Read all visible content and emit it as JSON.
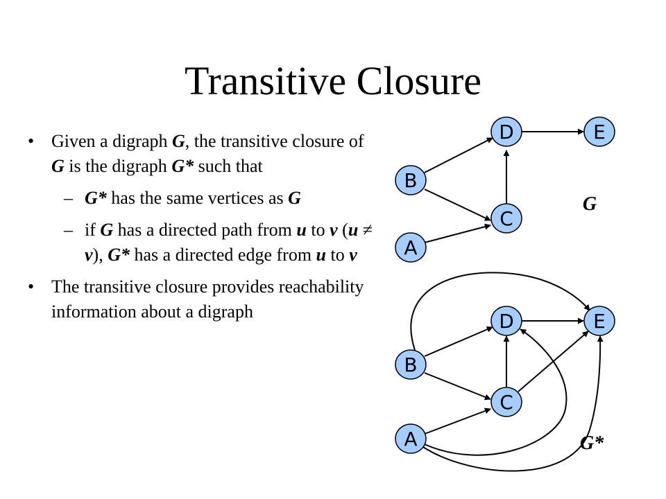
{
  "title": "Transitive Closure",
  "bullets": {
    "b1": [
      "Given a digraph ",
      "G",
      ", the transitive closure of ",
      "G",
      " is the digraph ",
      "G*",
      " such that"
    ],
    "sub1": [
      "G*",
      " has the same vertices as ",
      "G"
    ],
    "sub2": [
      "if ",
      "G",
      " has a directed path from ",
      "u",
      " to ",
      "v",
      " (",
      "u",
      " ≠ ",
      "v",
      "), ",
      "G*",
      " has a directed edge from ",
      "u",
      " to ",
      "v"
    ],
    "b2": "The transitive closure provides reachability information about a digraph",
    "bullet_mark": "•",
    "sub_mark": "–"
  },
  "graph_top": {
    "label": "G",
    "nodes": {
      "A": "A",
      "B": "B",
      "C": "C",
      "D": "D",
      "E": "E"
    }
  },
  "graph_bottom": {
    "label": "G*",
    "nodes": {
      "A": "A",
      "B": "B",
      "C": "C",
      "D": "D",
      "E": "E"
    }
  },
  "colors": {
    "node_fill": "#a6cdff",
    "stroke": "#000000"
  }
}
